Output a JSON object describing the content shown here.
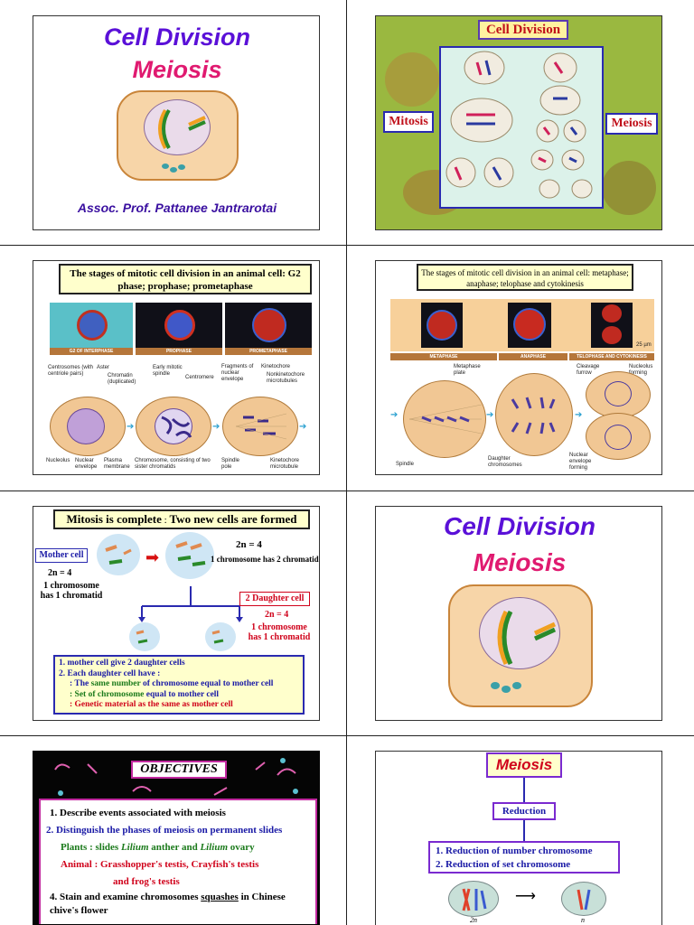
{
  "slide1": {
    "title": "Cell Division",
    "subtitle": "Meiosis",
    "author": "Assoc. Prof. Pattanee Jantrarotai"
  },
  "slide2": {
    "title": "Cell Division",
    "left_label": "Mitosis",
    "right_label": "Meiosis"
  },
  "slide3": {
    "title": "The stages of mitotic cell division in an animal cell: G2 phase; prophase; prometaphase",
    "strip": [
      "G2 OF INTERPHASE",
      "PROPHASE",
      "PROMETAPHASE"
    ],
    "labels": {
      "centrosomes": "Centrosomes (with centriole pairs)",
      "aster": "Aster",
      "chromatin": "Chromatin (duplicated)",
      "early_spindle": "Early mitotic spindle",
      "centromere": "Centromere",
      "fragments": "Fragments of nuclear envelope",
      "kinetochore": "Kinetochore",
      "nonkinetochore": "Nonkinetochore microtubules",
      "nucleolus": "Nucleolus",
      "nuclear_envelope": "Nuclear envelope",
      "plasma_membrane": "Plasma membrane",
      "chromosome": "Chromosome, consisting of two sister chromatids",
      "spindle_pole": "Spindle pole",
      "kinetochore_mt": "Kinetochore microtubule"
    }
  },
  "slide4": {
    "title": "The stages of mitotic cell division in an animal cell: metaphase; anaphase; telophase and cytokinesis",
    "scale": "25 µm",
    "strip": [
      "METAPHASE",
      "ANAPHASE",
      "TELOPHASE AND CYTOKINESIS"
    ],
    "labels": {
      "metaphase_plate": "Metaphase plate",
      "cleavage": "Cleavage furrow",
      "nucleolus_forming": "Nucleolus forming",
      "spindle": "Spindle",
      "daughter": "Daughter chromosomes",
      "nuclear_forming": "Nuclear envelope forming"
    }
  },
  "slide5": {
    "title_a": "Mitosis is complete",
    "title_sep": " : ",
    "title_b": "Two new cells are formed",
    "mother_label": "Mother cell",
    "top_2n": "2n = 4",
    "top_chrom": "1 chromosome has  2 chromatid",
    "left_2n": "2n = 4",
    "left_chrom": "1 chromosome has 1 chromatid",
    "daughter_label": "2 Daughter cell",
    "right_2n": "2n = 4",
    "right_chrom": "1 chromosome has 1 chromatid",
    "notes": [
      "1. mother cell give  2 daughter cells",
      "2. Each daughter cell  have :",
      ": The ",
      "same number",
      " of chromosome equal to mother cell",
      ": Set of chromosome",
      " equal to mother cell",
      ": Genetic material as the same as mother cell"
    ]
  },
  "slide6": {
    "title": "Cell Division",
    "subtitle": "Meiosis"
  },
  "slide7": {
    "title": "OBJECTIVES",
    "items": [
      "1. Describe events associated with meiosis",
      "2. Distinguish the phases of meiosis on permanent slides",
      "Plants : slides ",
      "Lilium",
      " anther and ",
      "Lilium",
      " ovary",
      "Animal :  Grasshopper's testis, Crayfish's testis",
      "and frog's testis",
      "4. Stain and examine chromosomes ",
      "squashes",
      " in Chinese chive's flower"
    ]
  },
  "slide8": {
    "title": "Meiosis",
    "reduction": "Reduction",
    "points": [
      "1.   Reduction of number chromosome",
      "2.    Reduction of set chromosome"
    ],
    "left_n": "2n",
    "right_n": "n"
  }
}
